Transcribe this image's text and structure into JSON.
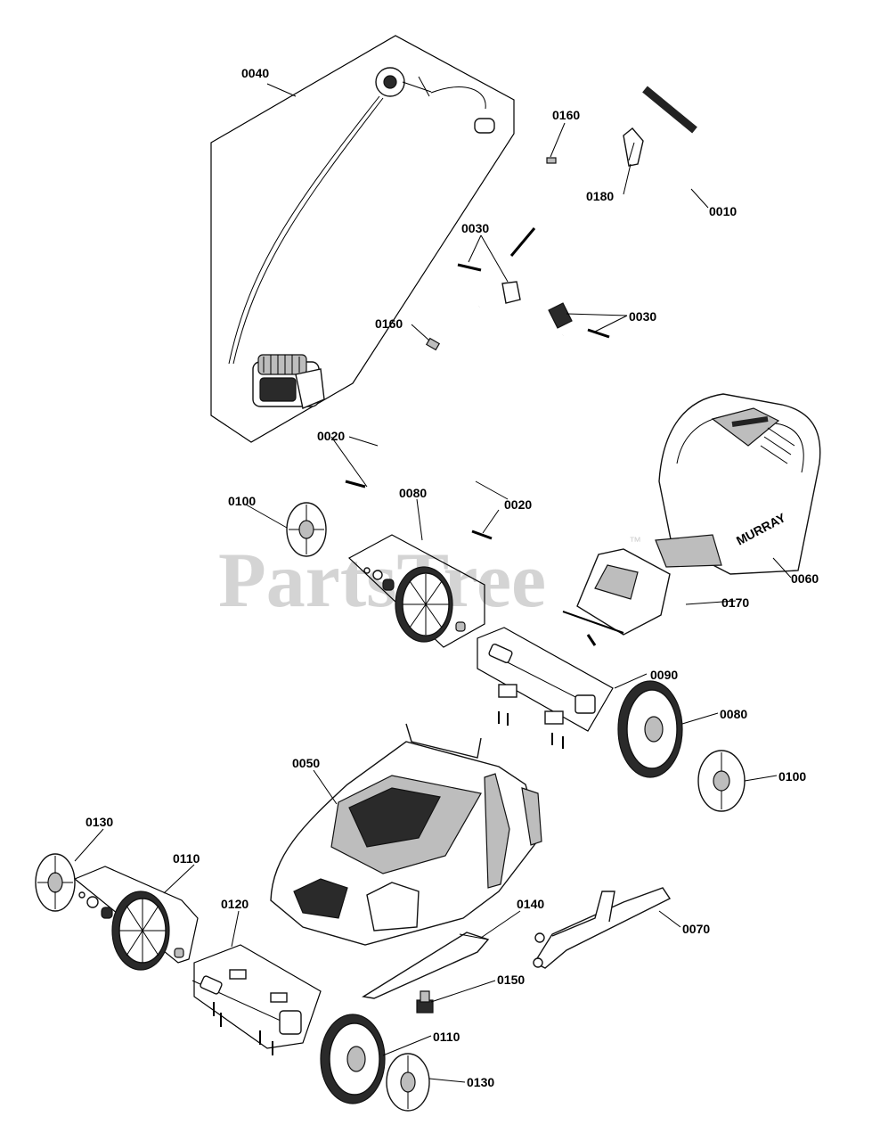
{
  "watermark": "PartsTree",
  "trademark": "™",
  "brand": "MURRAY",
  "callouts": {
    "c0010": "0010",
    "c0020a": "0020",
    "c0020b": "0020",
    "c0030a": "0030",
    "c0030b": "0030",
    "c0040": "0040",
    "c0050": "0050",
    "c0060": "0060",
    "c0070": "0070",
    "c0080a": "0080",
    "c0080b": "0080",
    "c0090": "0090",
    "c0100a": "0100",
    "c0100b": "0100",
    "c0110a": "0110",
    "c0110b": "0110",
    "c0120": "0120",
    "c0130a": "0130",
    "c0130b": "0130",
    "c0140": "0140",
    "c0150": "0150",
    "c0160a": "0160",
    "c0160b": "0160",
    "c0170": "0170",
    "c0180": "0180"
  }
}
